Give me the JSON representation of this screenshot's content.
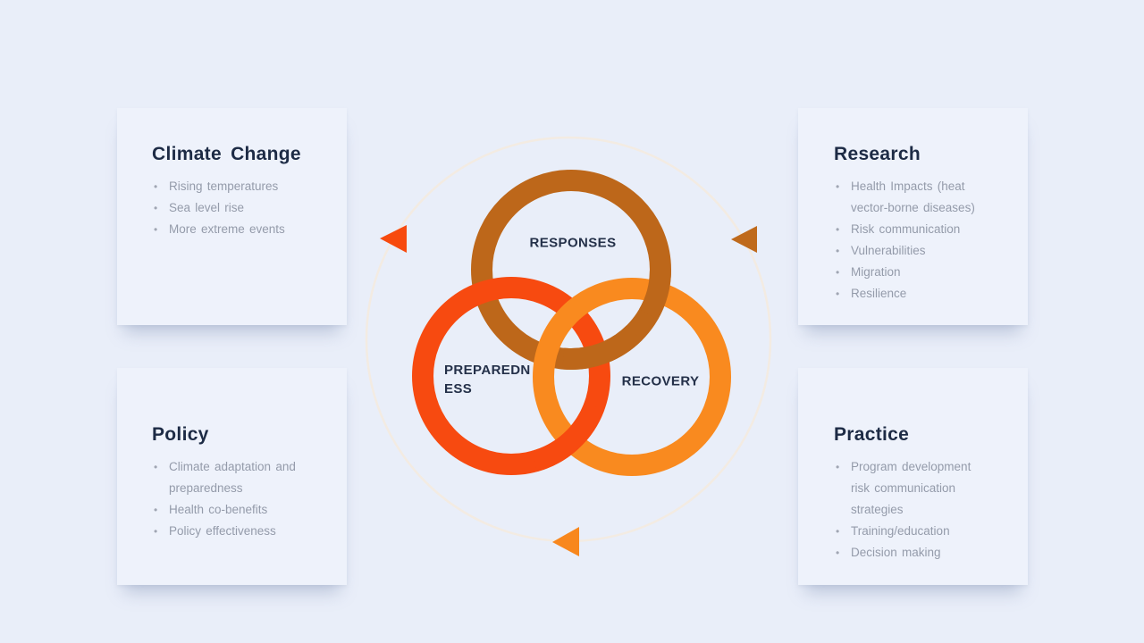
{
  "slide": {
    "background_color": "#e9eef9",
    "card_background": "#eef2fb"
  },
  "colors": {
    "heading_text": "#1d2b45",
    "bullet_text": "#949baa",
    "label_text": "#243049",
    "ring_responses": "#bd671a",
    "ring_preparedness": "#f74a10",
    "ring_recovery": "#f98a1f",
    "arrow_left": "#f74a0e",
    "arrow_right": "#bf6a1c",
    "arrow_bottom": "#f8871d",
    "orbit": "#f3ebe2"
  },
  "cards": [
    {
      "title": "Climate Change",
      "position": "top-left",
      "bullets": [
        "Rising temperatures",
        "Sea level rise",
        "More extreme events"
      ]
    },
    {
      "title": "Research",
      "position": "top-right",
      "bullets": [
        "Health Impacts (heat vector-borne diseases)",
        "Risk communication",
        "Vulnerabilities",
        "Migration",
        "Resilience"
      ]
    },
    {
      "title": "Policy",
      "position": "bottom-left",
      "bullets": [
        "Climate adaptation and preparedness",
        "Health co-benefits",
        "Policy effectiveness"
      ]
    },
    {
      "title": "Practice",
      "position": "bottom-right",
      "bullets": [
        "Program development risk communication strategies",
        "Training/education",
        "Decision making"
      ]
    }
  ],
  "venn": {
    "responses_label": "RESPONSES",
    "preparedness_label": "PREPAREDN\nESS",
    "recovery_label": "RECOVERY"
  }
}
